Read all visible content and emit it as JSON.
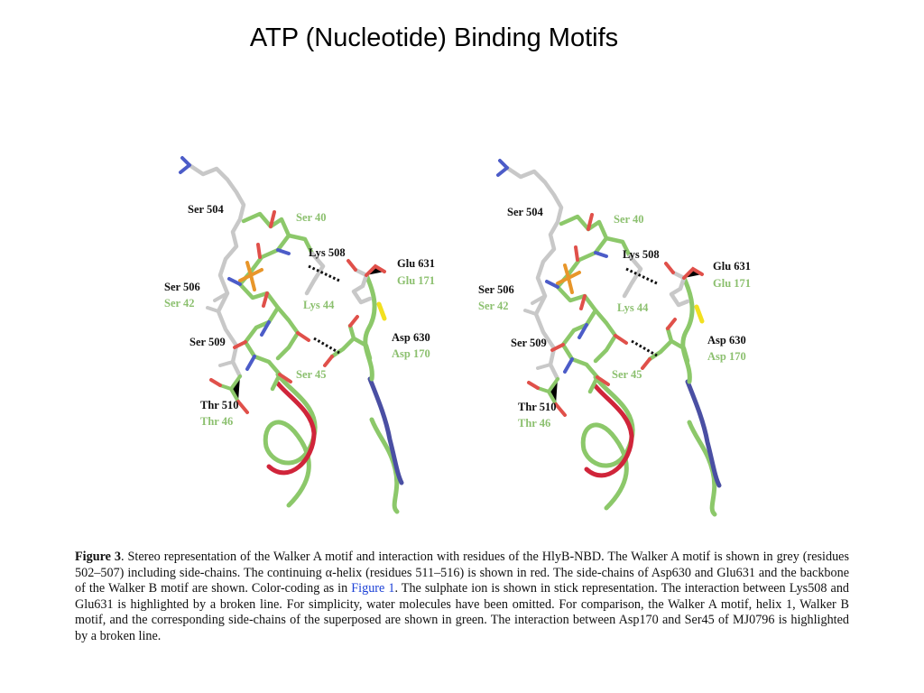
{
  "slide": {
    "title": "ATP (Nucleotide) Binding Motifs"
  },
  "figure": {
    "panels": [
      "left-stereo-view",
      "right-stereo-view"
    ],
    "labels_dark": {
      "ser504": "Ser 504",
      "lys508": "Lys  508",
      "glu631": "Glu 631",
      "ser506": "Ser 506",
      "ser509": "Ser 509",
      "asp630": "Asp 630",
      "thr510": "Thr 510"
    },
    "labels_green": {
      "ser40": "Ser 40",
      "glu171": "Glu 171",
      "ser42": "Ser 42",
      "lys44": "Lys 44",
      "asp170": "Asp 170",
      "ser45": "Ser 45",
      "thr46": "Thr 46"
    },
    "colors": {
      "walker_a_grey": "#c8c8c8",
      "helix_red": "#d0253a",
      "walker_b_blue": "#4a4fa3",
      "superposed_green": "#8cc86a",
      "sulphate_orange": "#e8962a",
      "oxygen_red": "#e0504a",
      "nitrogen_blue": "#4c5cc8",
      "sulfur_yellow": "#f2e020"
    }
  },
  "caption": {
    "label": "Figure 3",
    "part1": ". Stereo representation of the Walker A motif and interaction with residues of the HlyB-NBD. The Walker A motif is shown in grey (residues 502–507) including side-chains. The continuing α-helix (residues 511–516) is shown in red. The side-chains of Asp630 and Glu631 and the backbone of the Walker B motif are shown. Color-coding as in ",
    "link": "Figure 1",
    "part2": ". The sulphate ion is shown in stick representation. The interaction between Lys508 and Glu631 is highlighted by a broken line. For simplicity, water molecules have been omitted. For comparison, the Walker A motif, helix 1, Walker B motif, and the corresponding side-chains of the superposed are shown in green. The interaction between Asp170 and Ser45 of MJ0796 is highlighted by a broken line."
  }
}
